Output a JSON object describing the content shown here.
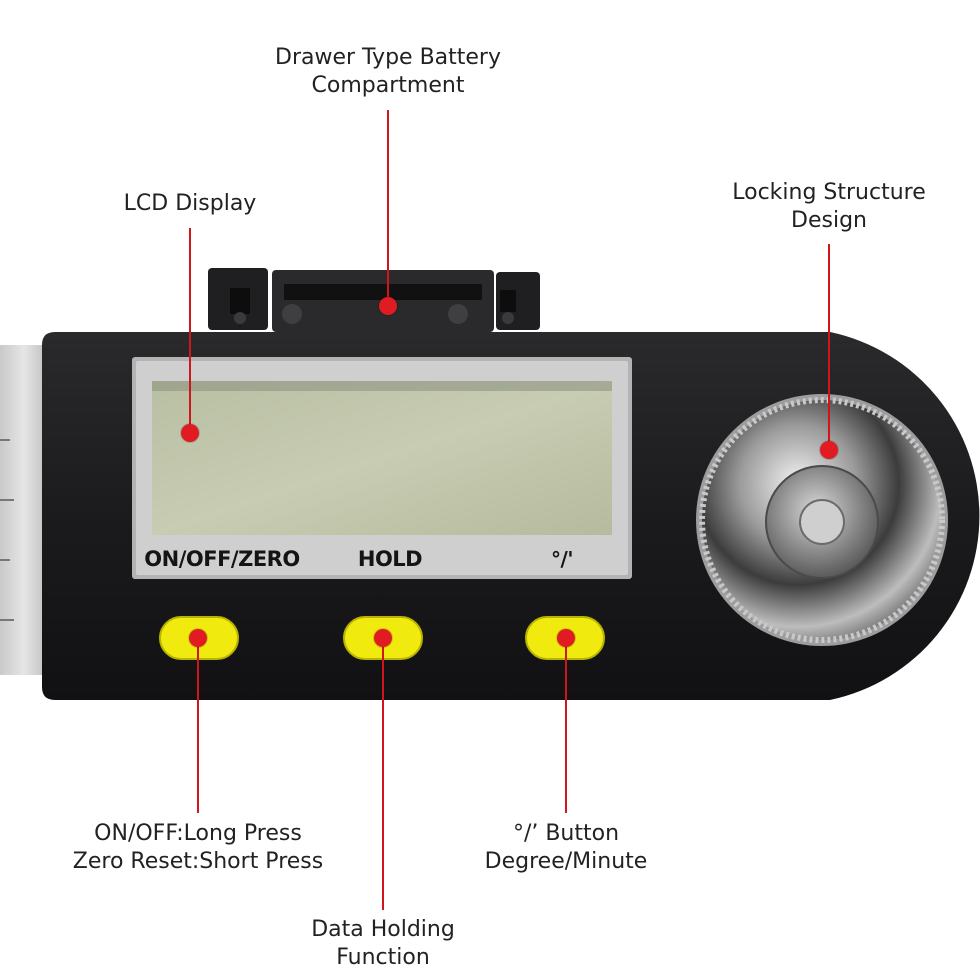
{
  "callouts": {
    "battery": {
      "line1": "Drawer Type Battery",
      "line2": "Compartment"
    },
    "lcd": {
      "line1": "LCD Display"
    },
    "locking": {
      "line1": "Locking Structure",
      "line2": "Design"
    },
    "onoff": {
      "line1": "ON/OFF:Long Press",
      "line2": "Zero Reset:Short Press"
    },
    "hold": {
      "line1": "Data Holding",
      "line2": "Function"
    },
    "unit": {
      "line1": "°/’ Button",
      "line2": "Degree/Minute"
    }
  },
  "device": {
    "label_onoff": "ON/OFF/ZERO",
    "label_hold": "HOLD",
    "label_unit": "°/'"
  },
  "colors": {
    "accent": "#e01b22",
    "button": "#f0ea0f",
    "body": "#1b1b1d",
    "lcd": "#c3c8ae"
  }
}
